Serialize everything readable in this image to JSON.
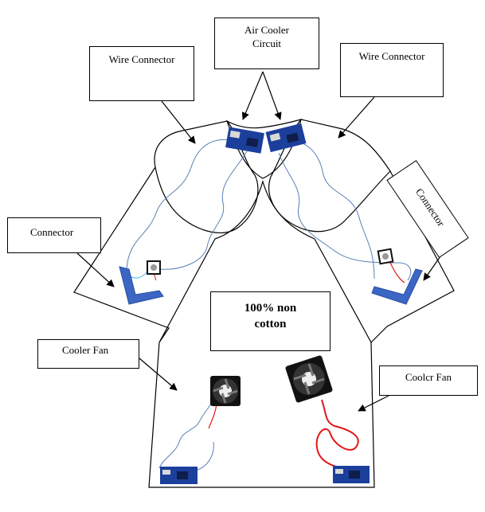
{
  "labels": {
    "air_cooler_circuit": [
      "Air Cooler",
      "Circuit"
    ],
    "wire_connector_left": "Wire Connector",
    "wire_connector_right": "Wire Connector",
    "connector_left": "Connector",
    "connector_right": "Connector",
    "cooler_fan_left": "Cooler Fan",
    "cooler_fan_right": "Coolcr Fan",
    "material": [
      "100% non",
      "cotton"
    ]
  },
  "colors": {
    "outline": "#000000",
    "wire_blue": "#5b7fb8",
    "wire_red": "#e01818",
    "connector_blue": "#3b66c4",
    "circuit_blue": "#1c3f9c"
  },
  "icons": {
    "fan": "fan-icon",
    "circuit_board": "circuit-board-icon",
    "mini_fan": "mini-fan-icon"
  }
}
